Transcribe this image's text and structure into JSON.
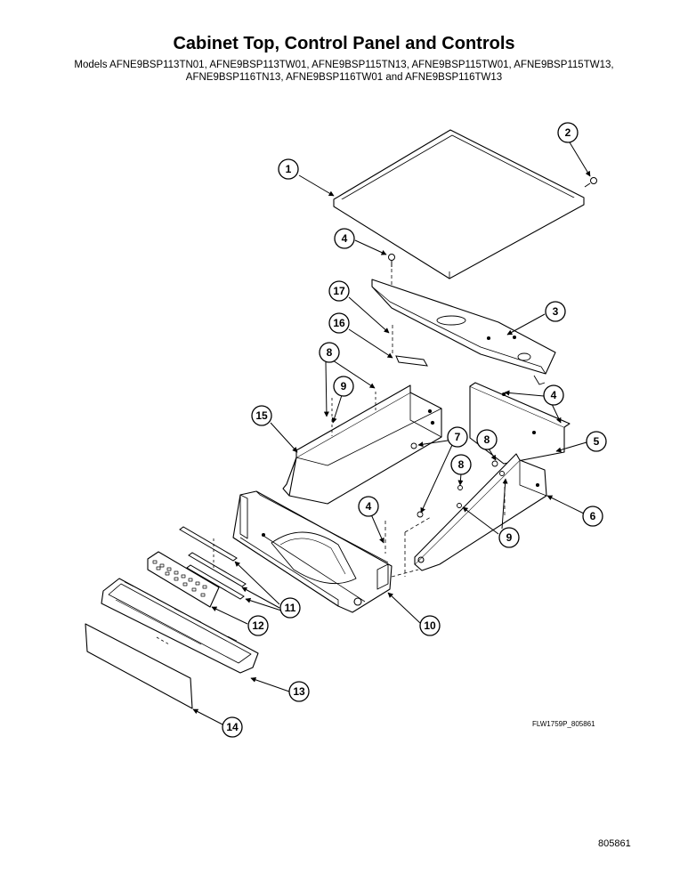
{
  "title": "Cabinet Top, Control Panel and Controls",
  "models": {
    "line1": "Models AFNE9BSP113TN01, AFNE9BSP113TW01, AFNE9BSP115TN13, AFNE9BSP115TW01, AFNE9BSP115TW13,",
    "line2": "AFNE9BSP116TN13, AFNE9BSP116TW01 and AFNE9BSP116TW13"
  },
  "callouts": {
    "c1": "1",
    "c2": "2",
    "c3": "3",
    "c4a": "4",
    "c4b": "4",
    "c4c": "4",
    "c5": "5",
    "c6": "6",
    "c7": "7",
    "c8a": "8",
    "c8b": "8",
    "c8c": "8",
    "c9a": "9",
    "c9b": "9",
    "c10": "10",
    "c11": "11",
    "c12": "12",
    "c13": "13",
    "c14": "14",
    "c15": "15",
    "c16": "16",
    "c17": "17"
  },
  "drawing_code": "FLW1759P_805861",
  "page_number": "805861"
}
